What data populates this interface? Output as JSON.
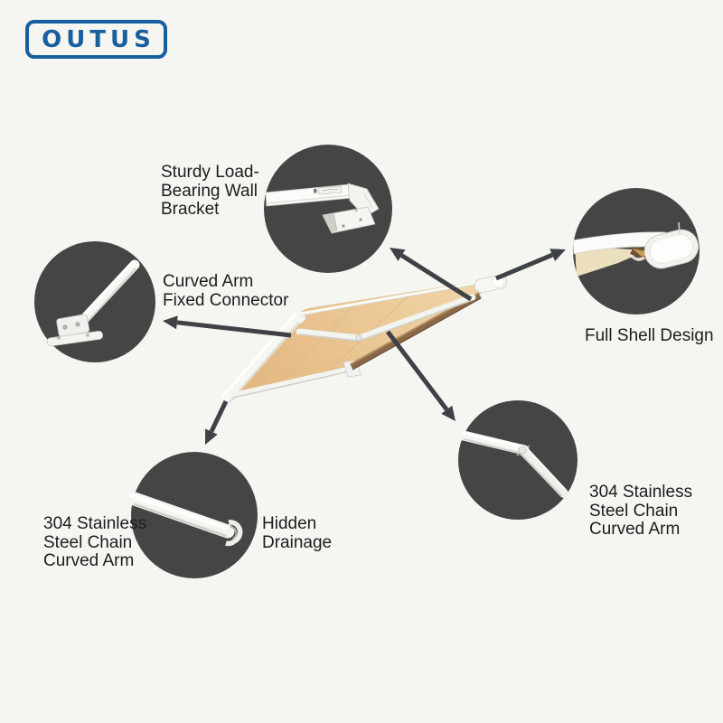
{
  "brand": {
    "name": "OUTUS",
    "color": "#175f9d"
  },
  "callouts": {
    "wall_bracket": {
      "label": "Sturdy Load-\nBearing Wall\nBracket",
      "icon": "wall-bracket-photo"
    },
    "fixed_connector": {
      "label": "Curved Arm\nFixed Connector",
      "icon": "arm-connector-photo"
    },
    "full_shell": {
      "label": "Full Shell Design",
      "icon": "full-shell-photo"
    },
    "chain_arm_left": {
      "label": "304 Stainless\nSteel Chain\nCurved Arm",
      "icon": "drainage-channel-photo"
    },
    "hidden_drainage": {
      "label": "Hidden\nDrainage",
      "icon": "drainage-channel-photo"
    },
    "chain_arm_right": {
      "label": "304 Stainless\nSteel Chain\nCurved Arm",
      "icon": "curved-arm-elbow-photo"
    }
  },
  "colors": {
    "background": "#f5f5f2",
    "callout_circle": "#454545",
    "arrow": "#3e4247",
    "fabric": "#e8c28c",
    "frame_white": "#f5f5f2",
    "cassette_brown": "#8a6848",
    "text": "#1d1d1d"
  }
}
